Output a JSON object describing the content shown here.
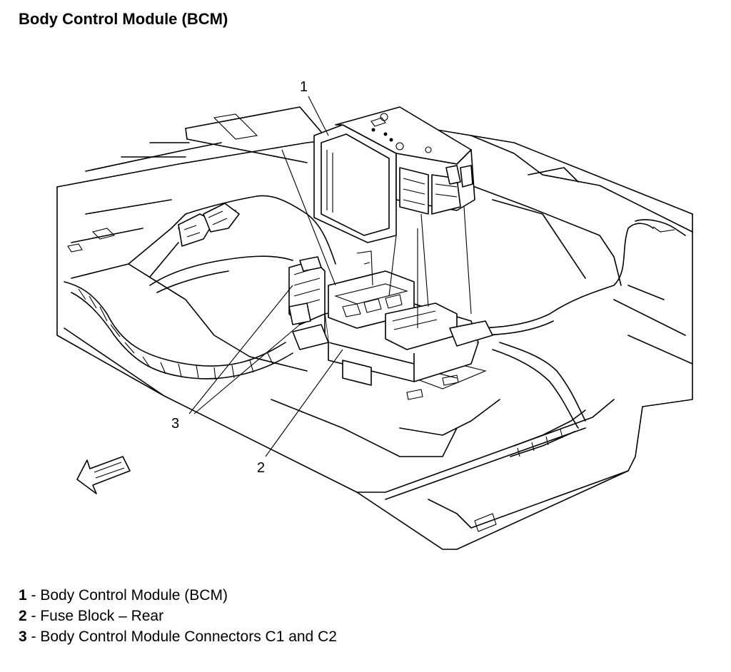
{
  "title": "Body Control Module (BCM)",
  "callouts": [
    {
      "id": "1",
      "label": "1"
    },
    {
      "id": "2",
      "label": "2"
    },
    {
      "id": "3",
      "label": "3"
    }
  ],
  "legend": [
    {
      "num": "1",
      "sep": " - ",
      "text": "Body Control Module (BCM)"
    },
    {
      "num": "2",
      "sep": " - ",
      "text": "Fuse Block – Rear"
    },
    {
      "num": "3",
      "sep": " - ",
      "text": "Body Control Module Connectors C1 and C2"
    }
  ],
  "icons": {
    "direction_arrow": "forward-arrow-icon"
  }
}
